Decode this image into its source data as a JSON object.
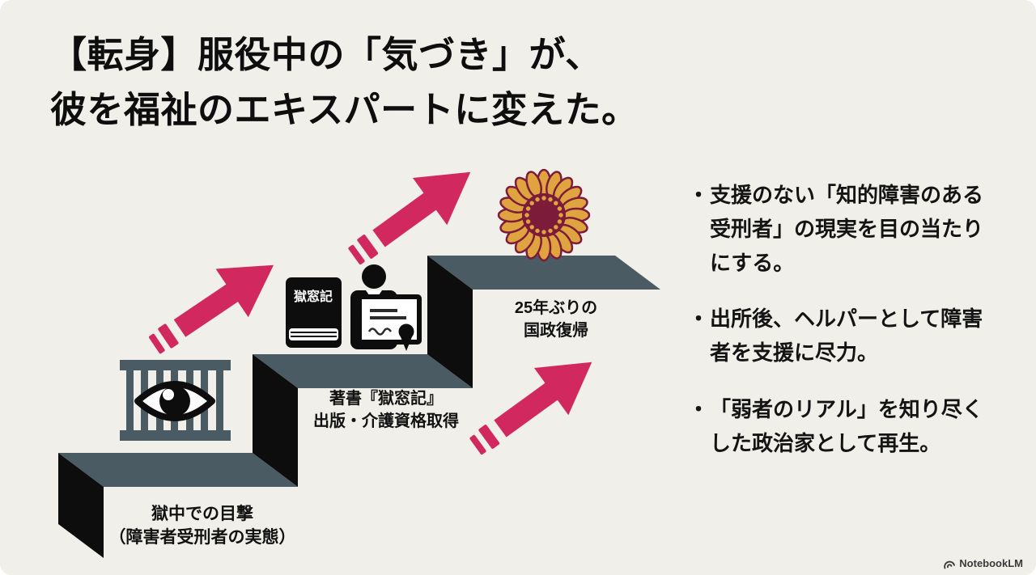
{
  "slide": {
    "title": {
      "line1": "【転身】服役中の「気づき」が、",
      "line2": "彼を福祉のエキスパートに変えた。"
    },
    "bullet_char": "・",
    "bullets": [
      "支援のない「知的障害のある受刑者」の現実を目の当たりにする。",
      "出所後、ヘルパーとして障害者を支援に尽力。",
      "「弱者のリアル」を知り尽くした政治家として再生。"
    ],
    "steps": [
      {
        "line1": "獄中での目撃",
        "line2": "（障害者受刑者の実態）",
        "icon": "eye-behind-prison-bars"
      },
      {
        "line1": "著書『獄窓記』",
        "line2": "出版・介護資格取得",
        "icon": "book-and-certificate",
        "book_title": "獄窓記"
      },
      {
        "line1": "25年ぶりの",
        "line2": "国政復帰",
        "icon": "chrysanthemum-emblem"
      }
    ],
    "colors": {
      "background": "#f0efea",
      "ink": "#111111",
      "step_top": "#4b5b64",
      "step_side": "#0d0d0d",
      "arrow_pink": "#d1295f",
      "flower_gold": "#dfa43f",
      "flower_maroon": "#7c1c3a"
    },
    "footer": {
      "brand": "NotebookLM"
    }
  }
}
